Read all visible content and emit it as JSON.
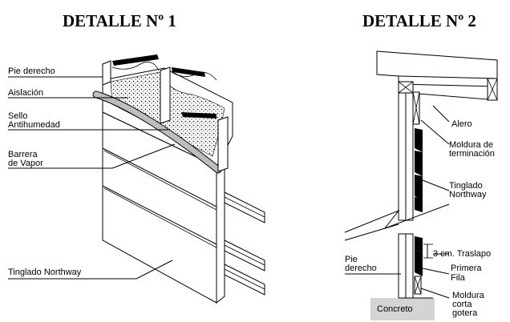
{
  "detail1": {
    "title": "DETALLE Nº 1",
    "labels": {
      "pie_derecho": "Pie derecho",
      "aislacion": "Aislación",
      "sello_1": "Sello",
      "sello_2": "Antihumedad",
      "barrera_1": "Barrera",
      "barrera_2": "de Vapor",
      "tinglado": "Tinglado Northway"
    }
  },
  "detail2": {
    "title": "DETALLE Nº 2",
    "labels": {
      "alero": "Alero",
      "moldura_term_1": "Moldura de",
      "moldura_term_2": "terminación",
      "tinglado_1": "Tinglado",
      "tinglado_2": "Northway",
      "traslapo": "3 cm. Traslapo",
      "primera_1": "Primera",
      "primera_2": "Fila",
      "pie_1": "Pie",
      "pie_2": "derecho",
      "concreto": "Concreto",
      "moldura_corta_1": "Moldura",
      "moldura_corta_2": "corta",
      "moldura_corta_3": "gotera"
    }
  }
}
